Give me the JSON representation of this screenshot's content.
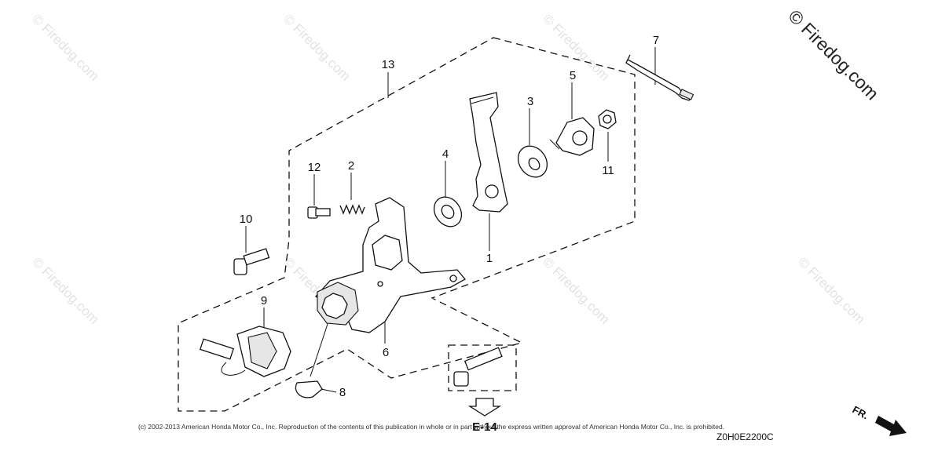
{
  "watermark": {
    "brand_text": "Firedog.com",
    "copyright_symbol": "©",
    "corner_text": "© Firedog.com"
  },
  "part_labels": {
    "p1": "1",
    "p2": "2",
    "p3": "3",
    "p4": "4",
    "p5": "5",
    "p6": "6",
    "p7": "7",
    "p8": "8",
    "p9": "9",
    "p10": "10",
    "p11": "11",
    "p12": "12",
    "p13": "13"
  },
  "footer": {
    "copyright": "(c) 2002-2013 American Honda Motor Co., Inc. Reproduction of the contents of this publication in whole or in part without the express written approval of American Honda Motor Co., Inc. is prohibited.",
    "diagram_code": "Z0H0E2200C"
  },
  "reference": {
    "label": "E-14"
  },
  "direction": {
    "label": "FR."
  }
}
